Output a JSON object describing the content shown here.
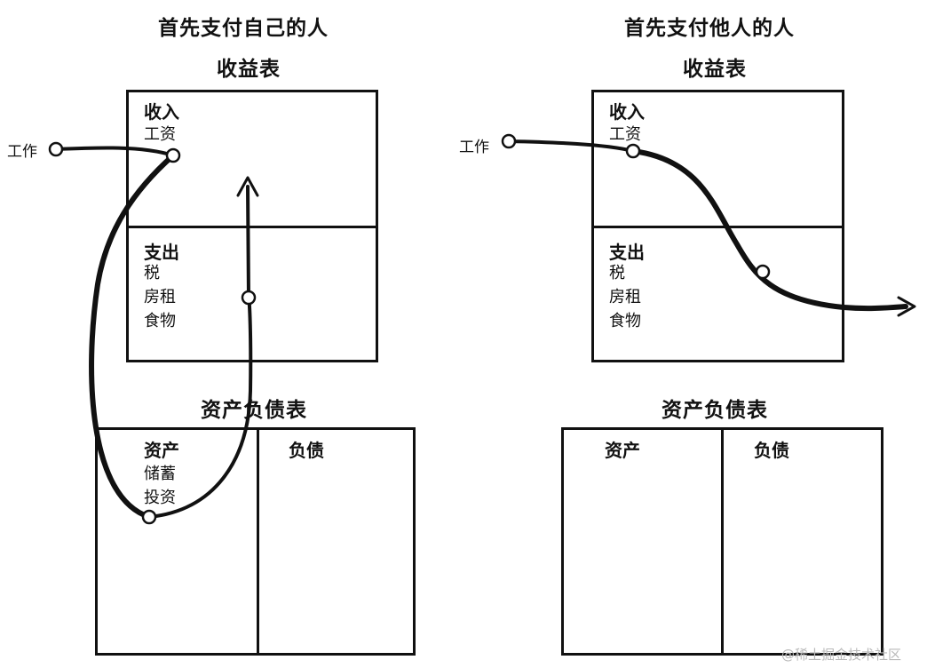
{
  "left": {
    "title": "首先支付自己的人",
    "income_statement": {
      "title": "收益表",
      "income_label": "收入",
      "income_items": [
        "工资"
      ],
      "expense_label": "支出",
      "expense_items": [
        "税",
        "房租",
        "食物"
      ]
    },
    "balance_sheet": {
      "title": "资产负债表",
      "assets_label": "资产",
      "asset_items": [
        "储蓄",
        "投资"
      ],
      "liabilities_label": "负债"
    },
    "work_label": "工作"
  },
  "right": {
    "title": "首先支付他人的人",
    "income_statement": {
      "title": "收益表",
      "income_label": "收入",
      "income_items": [
        "工资"
      ],
      "expense_label": "支出",
      "expense_items": [
        "税",
        "房租",
        "食物"
      ]
    },
    "balance_sheet": {
      "title": "资产负债表",
      "assets_label": "资产",
      "liabilities_label": "负债"
    },
    "work_label": "工作"
  },
  "watermark": "@稀土掘金技术社区"
}
